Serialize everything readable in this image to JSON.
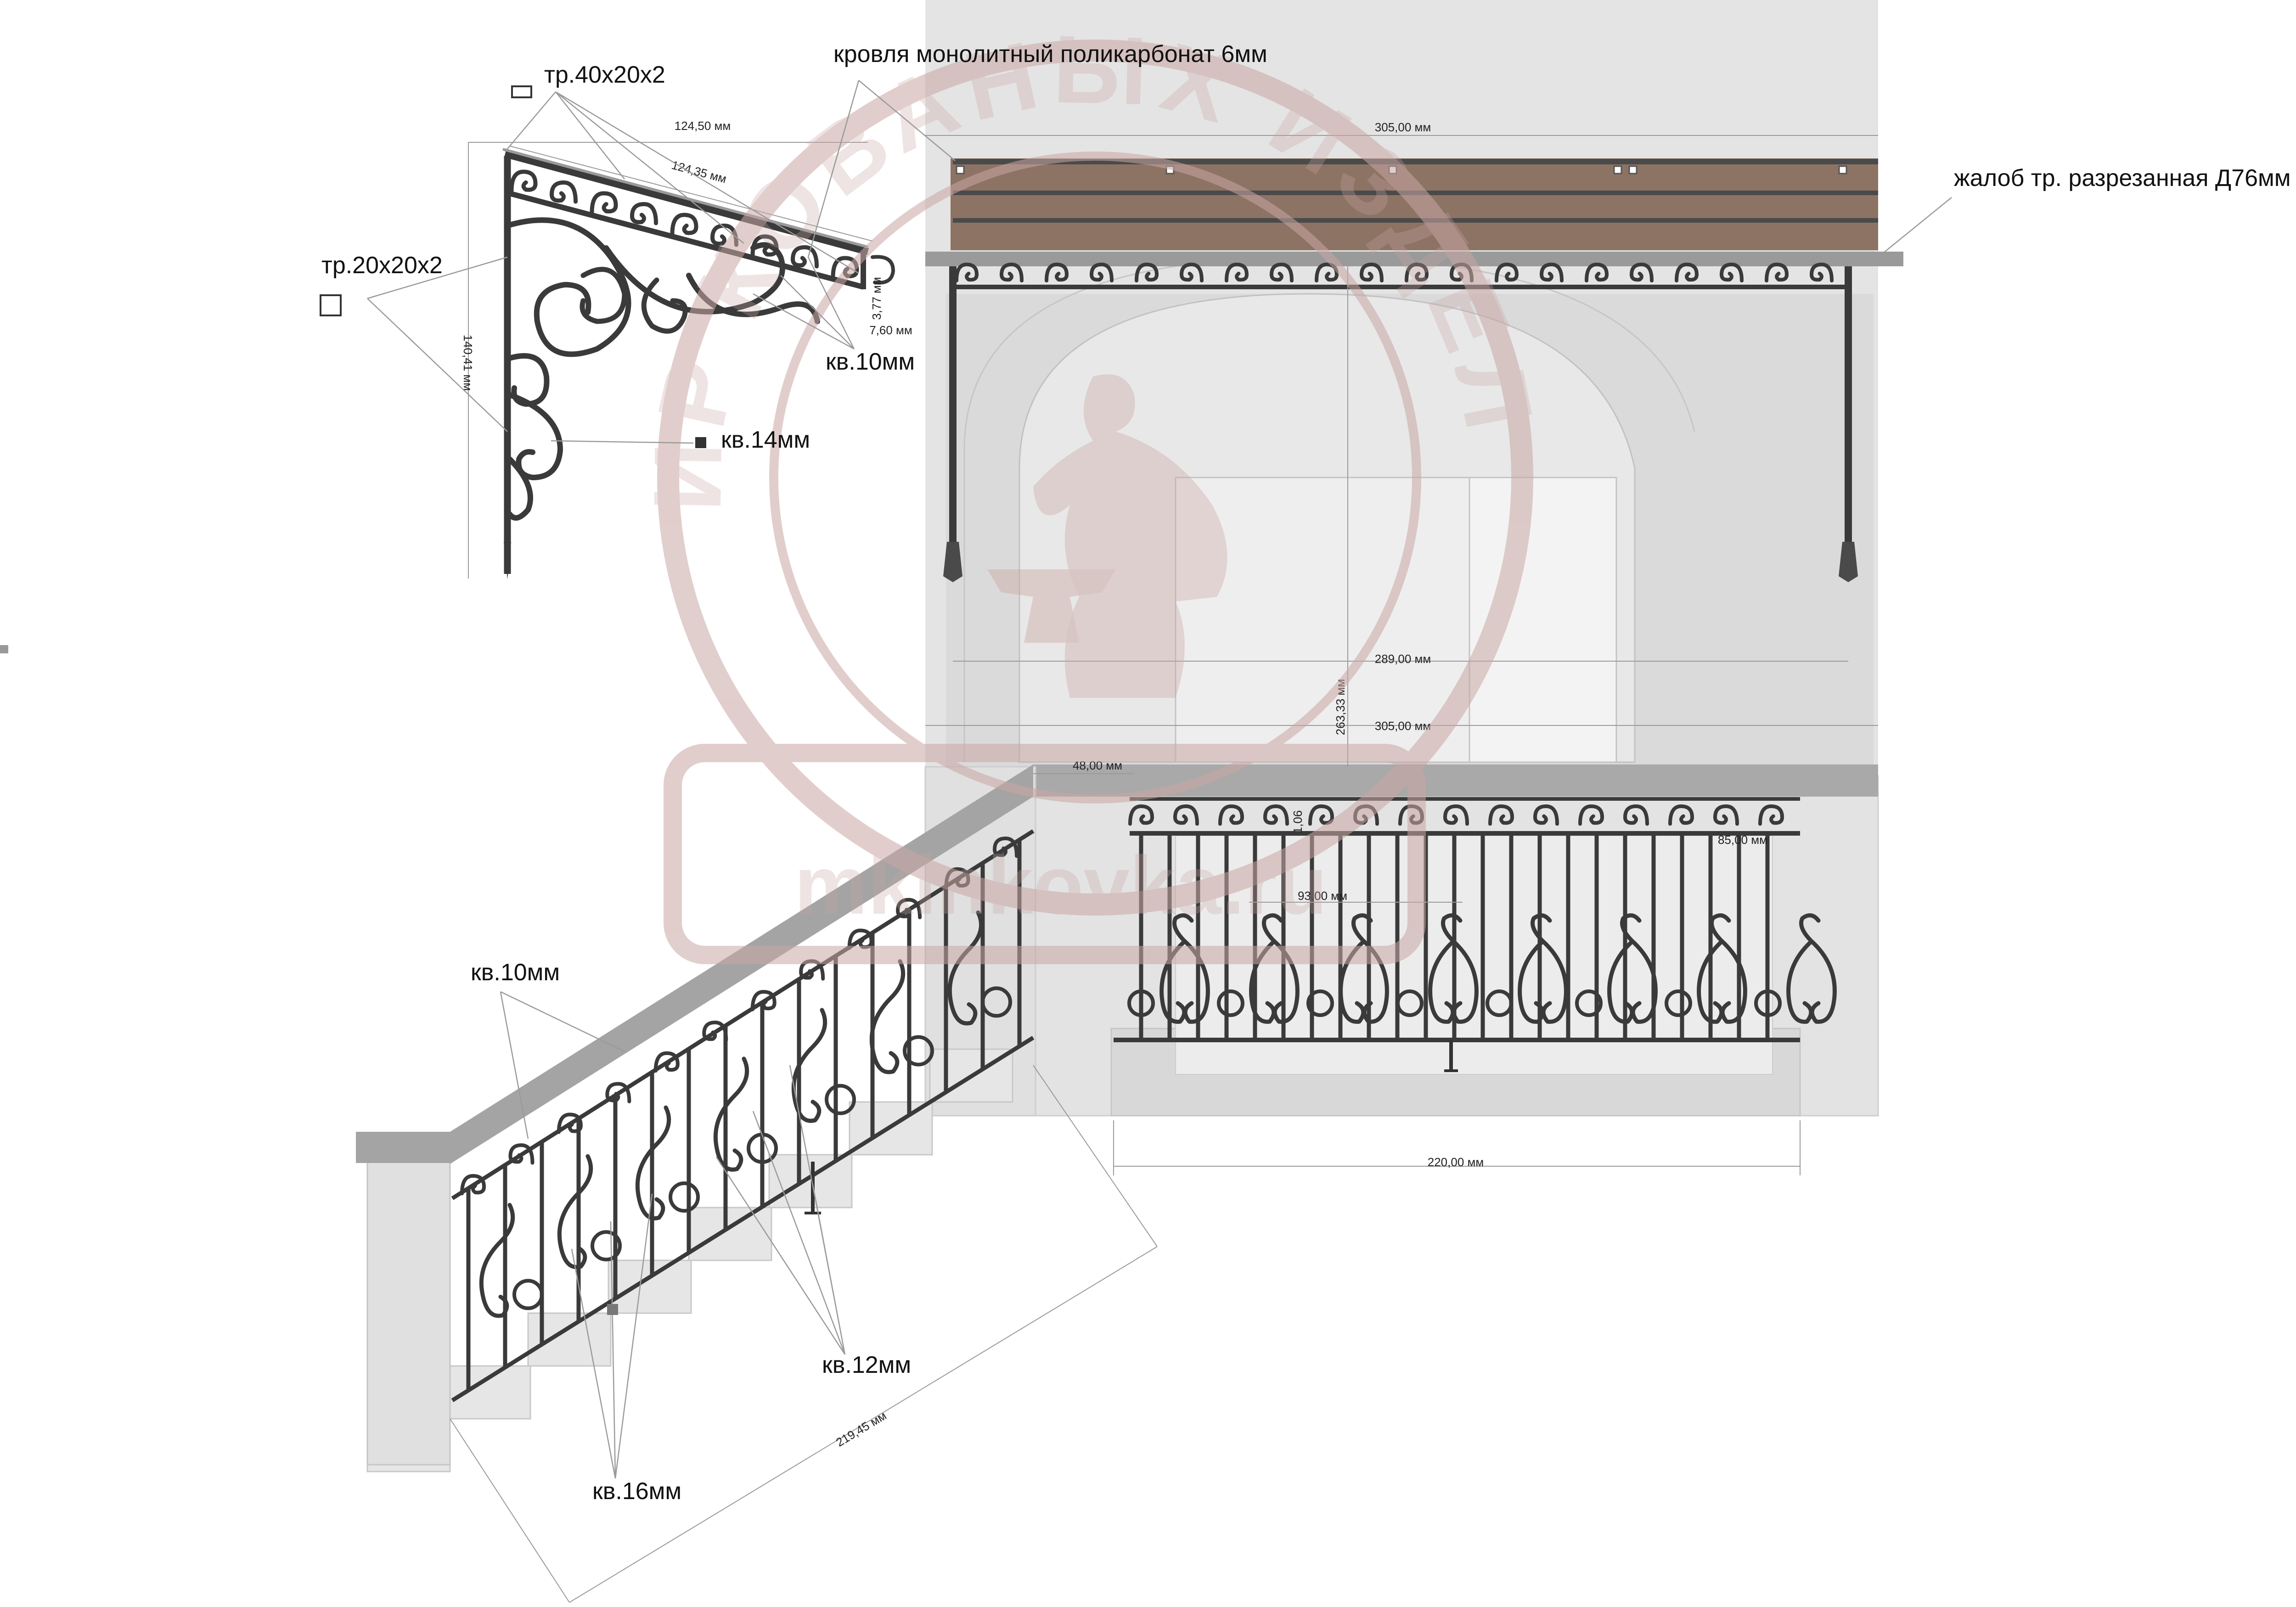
{
  "callouts": {
    "pipe_40x20": "тр.40х20х2",
    "pipe_20x20": "тр.20х20х2",
    "roof": "кровля монолитный поликарбонат 6мм",
    "gutter": "жалоб тр. разрезанная Д76мм",
    "sq10_top": "кв.10мм",
    "sq14": "кв.14мм",
    "sq10_stair": "кв.10мм",
    "sq12": "кв.12мм",
    "sq16": "кв.16мм"
  },
  "dimensions": {
    "bracket_top_width": "124,50 мм",
    "bracket_slope": "124,35 мм",
    "bracket_height": "140,41 мм",
    "gutter_h1": "3,77 мм",
    "gutter_h2": "7,60 мм",
    "canopy_width_top": "305,00 мм",
    "post_spacing": "289,00 мм",
    "wall_width": "305,00 мм",
    "canopy_height": "263,33 мм",
    "landing_width": "48,00 мм",
    "railing_height": "85,00 мм",
    "railing_panel": "93,00 мм",
    "railing_small": "1,06",
    "balcony_length": "220,00 мм",
    "stair_length": "219,45 мм"
  },
  "watermark": {
    "ring_text": "МИР КОВАНЫХ ИЗДЕЛИЙ",
    "site": "mkinkovka.ru"
  },
  "colors": {
    "iron": "#3a3a3a",
    "roof": "#7a5a48",
    "wall": "#dcdcdc",
    "wall_dark": "#c8c8c8",
    "cap": "#9e9e9e",
    "watermark": "#c9a7a4"
  }
}
